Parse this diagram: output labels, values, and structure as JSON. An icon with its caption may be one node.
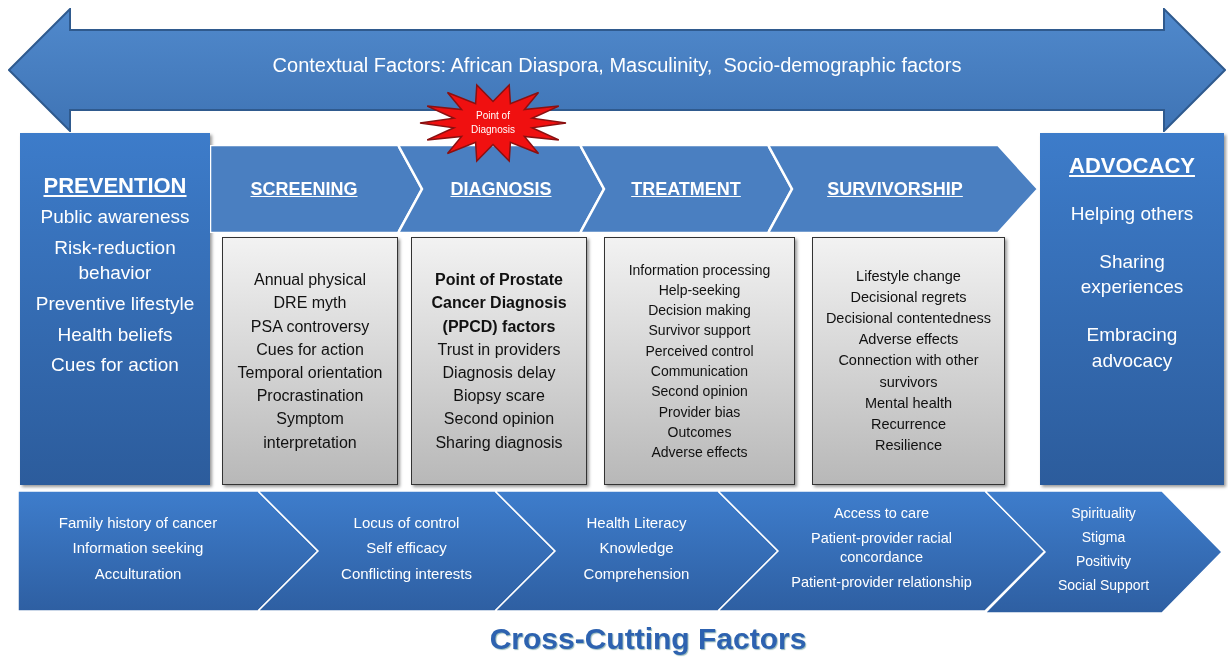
{
  "diagram": {
    "caption": "Cross-Cutting Factors",
    "nodes": [
      {
        "text": [
          "Contextual Factors: African Diaspora, Masculinity,  Socio-demographic factors"
        ]
      },
      {
        "text": [
          "Point of Diagnosis"
        ]
      },
      {
        "text": [
          "PREVENTION",
          "Public awareness",
          "Risk-reduction behavior",
          "Preventive lifestyle",
          "Health beliefs",
          "Cues for action"
        ]
      },
      {
        "text": [
          "SCREENING"
        ]
      },
      {
        "text": [
          "DIAGNOSIS"
        ]
      },
      {
        "text": [
          "TREATMENT"
        ]
      },
      {
        "text": [
          "SURVIVORSHIP"
        ]
      },
      {
        "text": [
          "ADVOCACY",
          "Helping others",
          "Sharing experiences",
          "Embracing advocacy"
        ]
      },
      {
        "text": [
          "Annual physical",
          "DRE myth",
          "PSA controversy",
          "Cues for action",
          "Temporal orientation",
          "Procrastination",
          "Symptom interpretation"
        ]
      },
      {
        "text": [
          "Point of Prostate Cancer Diagnosis (PPCD) factors",
          "Trust in providers",
          "Diagnosis delay",
          "Biopsy scare",
          "Second opinion",
          "Sharing diagnosis"
        ]
      },
      {
        "text": [
          "Information processing",
          "Help-seeking",
          "Decision making",
          "Survivor support",
          "Perceived control",
          "Communication",
          "Second opinion",
          "Provider bias",
          "Outcomes",
          "Adverse effects"
        ]
      },
      {
        "text": [
          "Lifestyle change",
          "Decisional regrets",
          "Decisional contentedness",
          "Adverse effects",
          "Connection with other survivors",
          "Mental health",
          "Recurrence",
          "Resilience"
        ]
      },
      {
        "text": [
          "Family history of cancer",
          "Information seeking",
          "Acculturation"
        ]
      },
      {
        "text": [
          "Locus of control",
          "Self efficacy",
          "Conflicting interests"
        ]
      },
      {
        "text": [
          "Health Literacy",
          "Knowledge",
          "Comprehension"
        ]
      },
      {
        "text": [
          "Access to care",
          "Patient-provider racial concordance",
          "Patient-provider relationship"
        ]
      },
      {
        "text": [
          "Spirituality",
          "Stigma",
          "Positivity",
          "Social Support"
        ]
      }
    ]
  }
}
